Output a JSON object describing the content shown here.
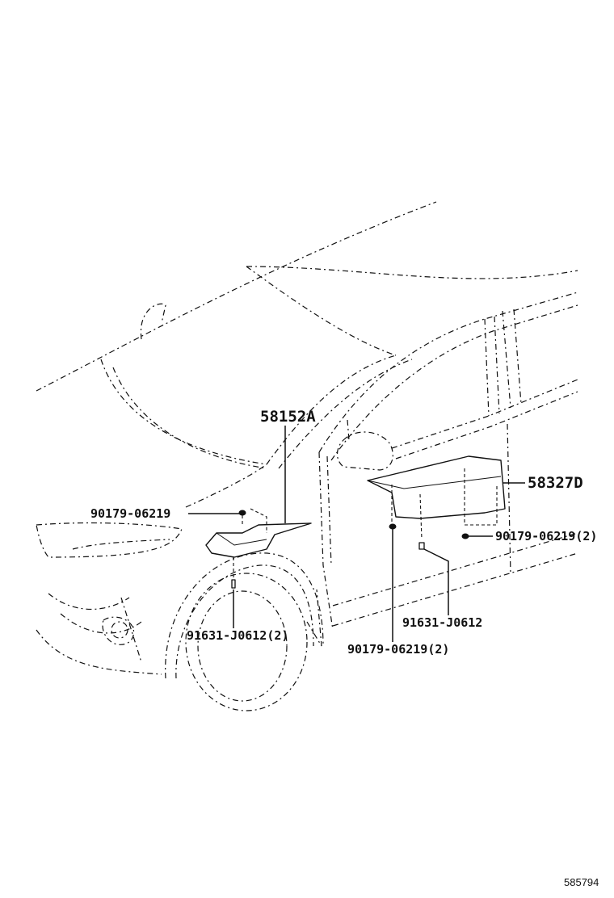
{
  "labels": {
    "part_58152a": "58152A",
    "part_58327d": "58327D",
    "clip_90179_left": "90179-06219",
    "clip_90179_right": "90179-06219(2)",
    "clip_90179_bottom": "90179-06219(2)",
    "screw_91631_left": "91631-J0612(2)",
    "screw_91631_right": "91631-J0612"
  },
  "ref_number": "585794",
  "colors": {
    "line": "#111111",
    "background": "#ffffff"
  }
}
